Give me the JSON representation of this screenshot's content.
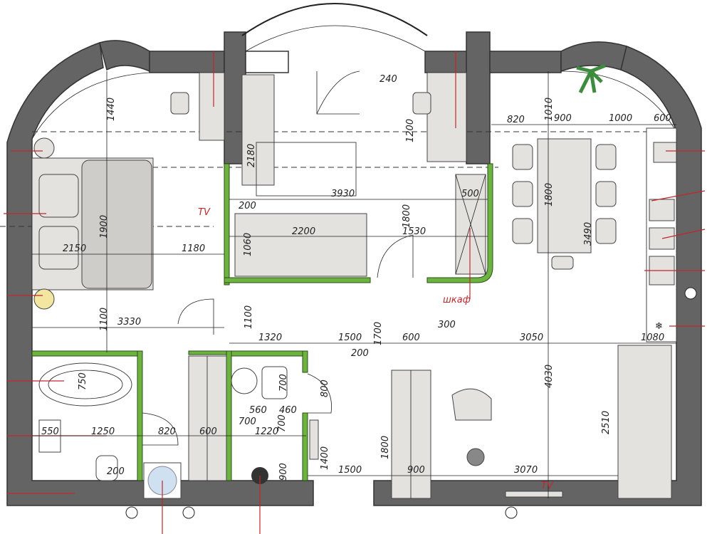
{
  "plan": {
    "labels": {
      "tv_bedroom": "TV",
      "tv_living": "TV",
      "wardrobe_note": "шкаф"
    },
    "dims": {
      "d1440": "1440",
      "d2180": "2180",
      "d240": "240",
      "d1010": "1010",
      "d820top": "820",
      "d900top": "900",
      "d1000": "1000",
      "d600top": "600",
      "d1200": "1200",
      "d1800table": "1800",
      "d3490": "3490",
      "d200a": "200",
      "d3930": "3930",
      "d500": "500",
      "d1900": "1900",
      "d2150": "2150",
      "d1180": "1180",
      "d1060": "1060",
      "d2200": "2200",
      "d1800b": "1800",
      "d1530": "1530",
      "d3330": "3330",
      "d1100a": "1100",
      "d1100b": "1100",
      "d1320": "1320",
      "d1500a": "1500",
      "d1700": "1700",
      "d600mid": "600",
      "d300": "300",
      "d3050": "3050",
      "d1080": "1080",
      "d200b": "200",
      "d750": "750",
      "d700a": "700",
      "d800": "800",
      "d4030": "4030",
      "d2510": "2510",
      "d550": "550",
      "d1250": "1250",
      "d820bath": "820",
      "d600bath": "600",
      "d560": "560",
      "d460": "460",
      "d700b": "700",
      "d1220": "1220",
      "d700c": "700",
      "d1400": "1400",
      "d1800c": "1800",
      "d1500b": "1500",
      "d900a": "900",
      "d3070": "3070",
      "d900b": "900",
      "d200c": "200"
    }
  }
}
